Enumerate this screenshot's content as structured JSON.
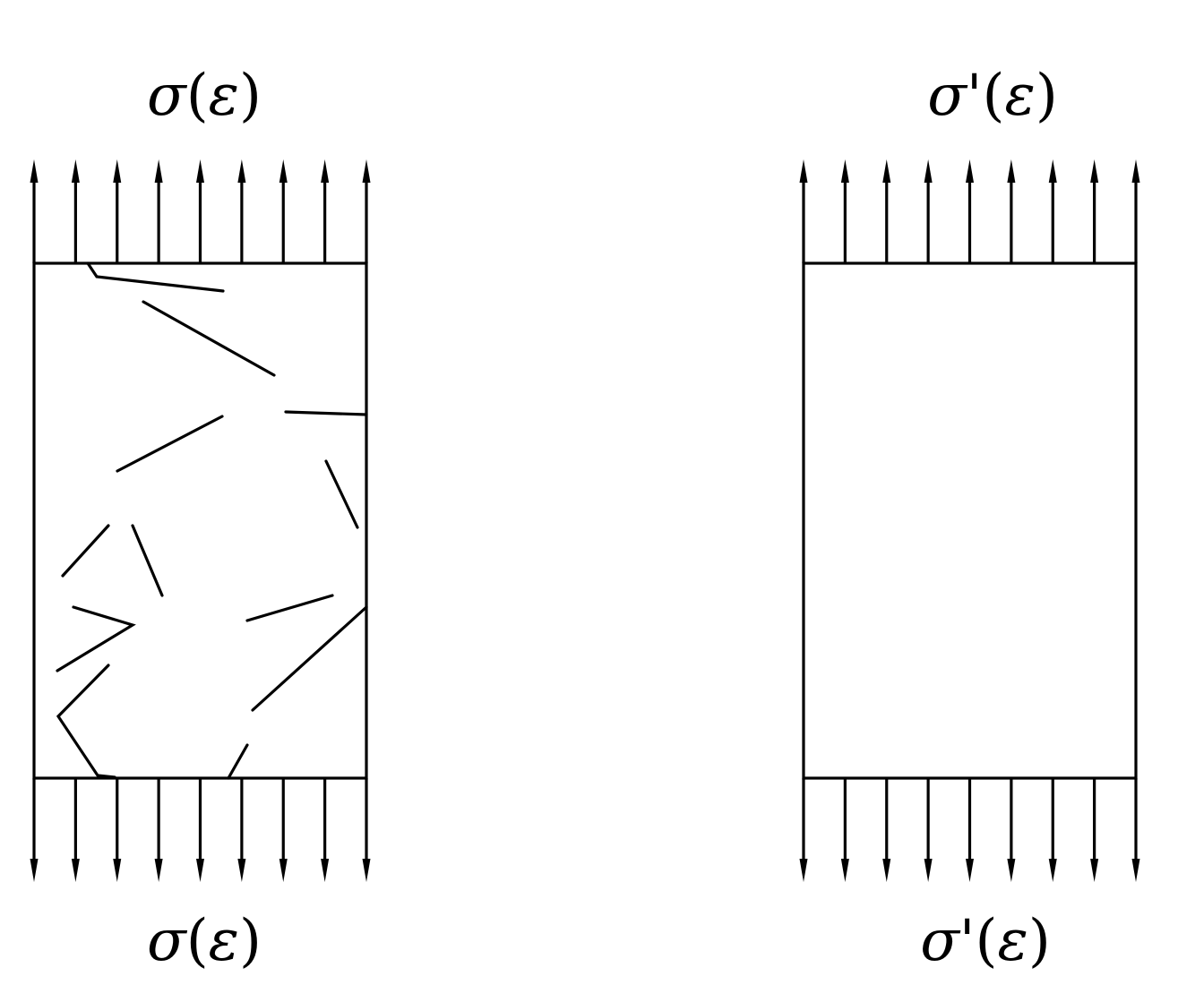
{
  "left_panel": {
    "top_label": {
      "sym": "σ",
      "prime": "",
      "open": "(",
      "arg": "ε",
      "close": ")"
    },
    "bottom_label": {
      "sym": "σ",
      "prime": "",
      "open": "(",
      "arg": "ε",
      "close": ")"
    },
    "has_cracks": true
  },
  "right_panel": {
    "top_label": {
      "sym": "σ",
      "prime": "'",
      "open": "(",
      "arg": "ε",
      "close": ")"
    },
    "bottom_label": {
      "sym": "σ",
      "prime": "'",
      "open": "(",
      "arg": "ε",
      "close": ")"
    },
    "has_cracks": false
  },
  "colors": {
    "line": "#000000",
    "background": "#ffffff"
  }
}
